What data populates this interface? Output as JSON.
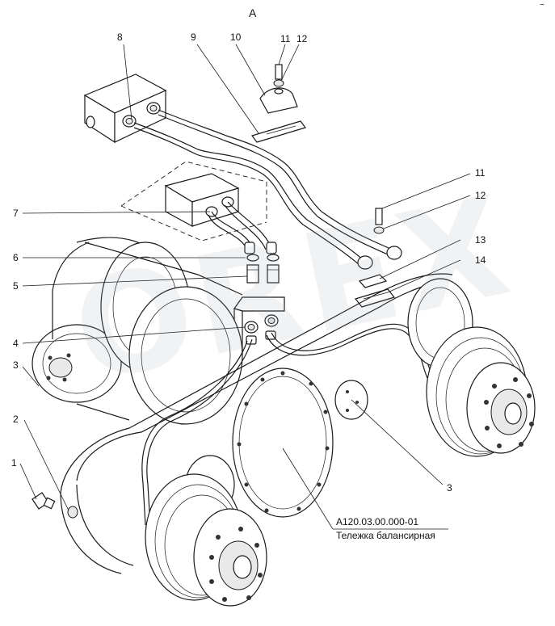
{
  "view_label": "А",
  "assembly": {
    "code": "А120.03.00.000-01",
    "name": "Тележка балансирная"
  },
  "callouts": {
    "c1": "1",
    "c2": "2",
    "c3a": "3",
    "c3b": "3",
    "c4": "4",
    "c5": "5",
    "c6": "6",
    "c7": "7",
    "c8": "8",
    "c9": "9",
    "c10": "10",
    "c11a": "11",
    "c12a": "12",
    "c11b": "11",
    "c12b": "12",
    "c13": "13",
    "c14": "14"
  },
  "corner_mark": "~"
}
